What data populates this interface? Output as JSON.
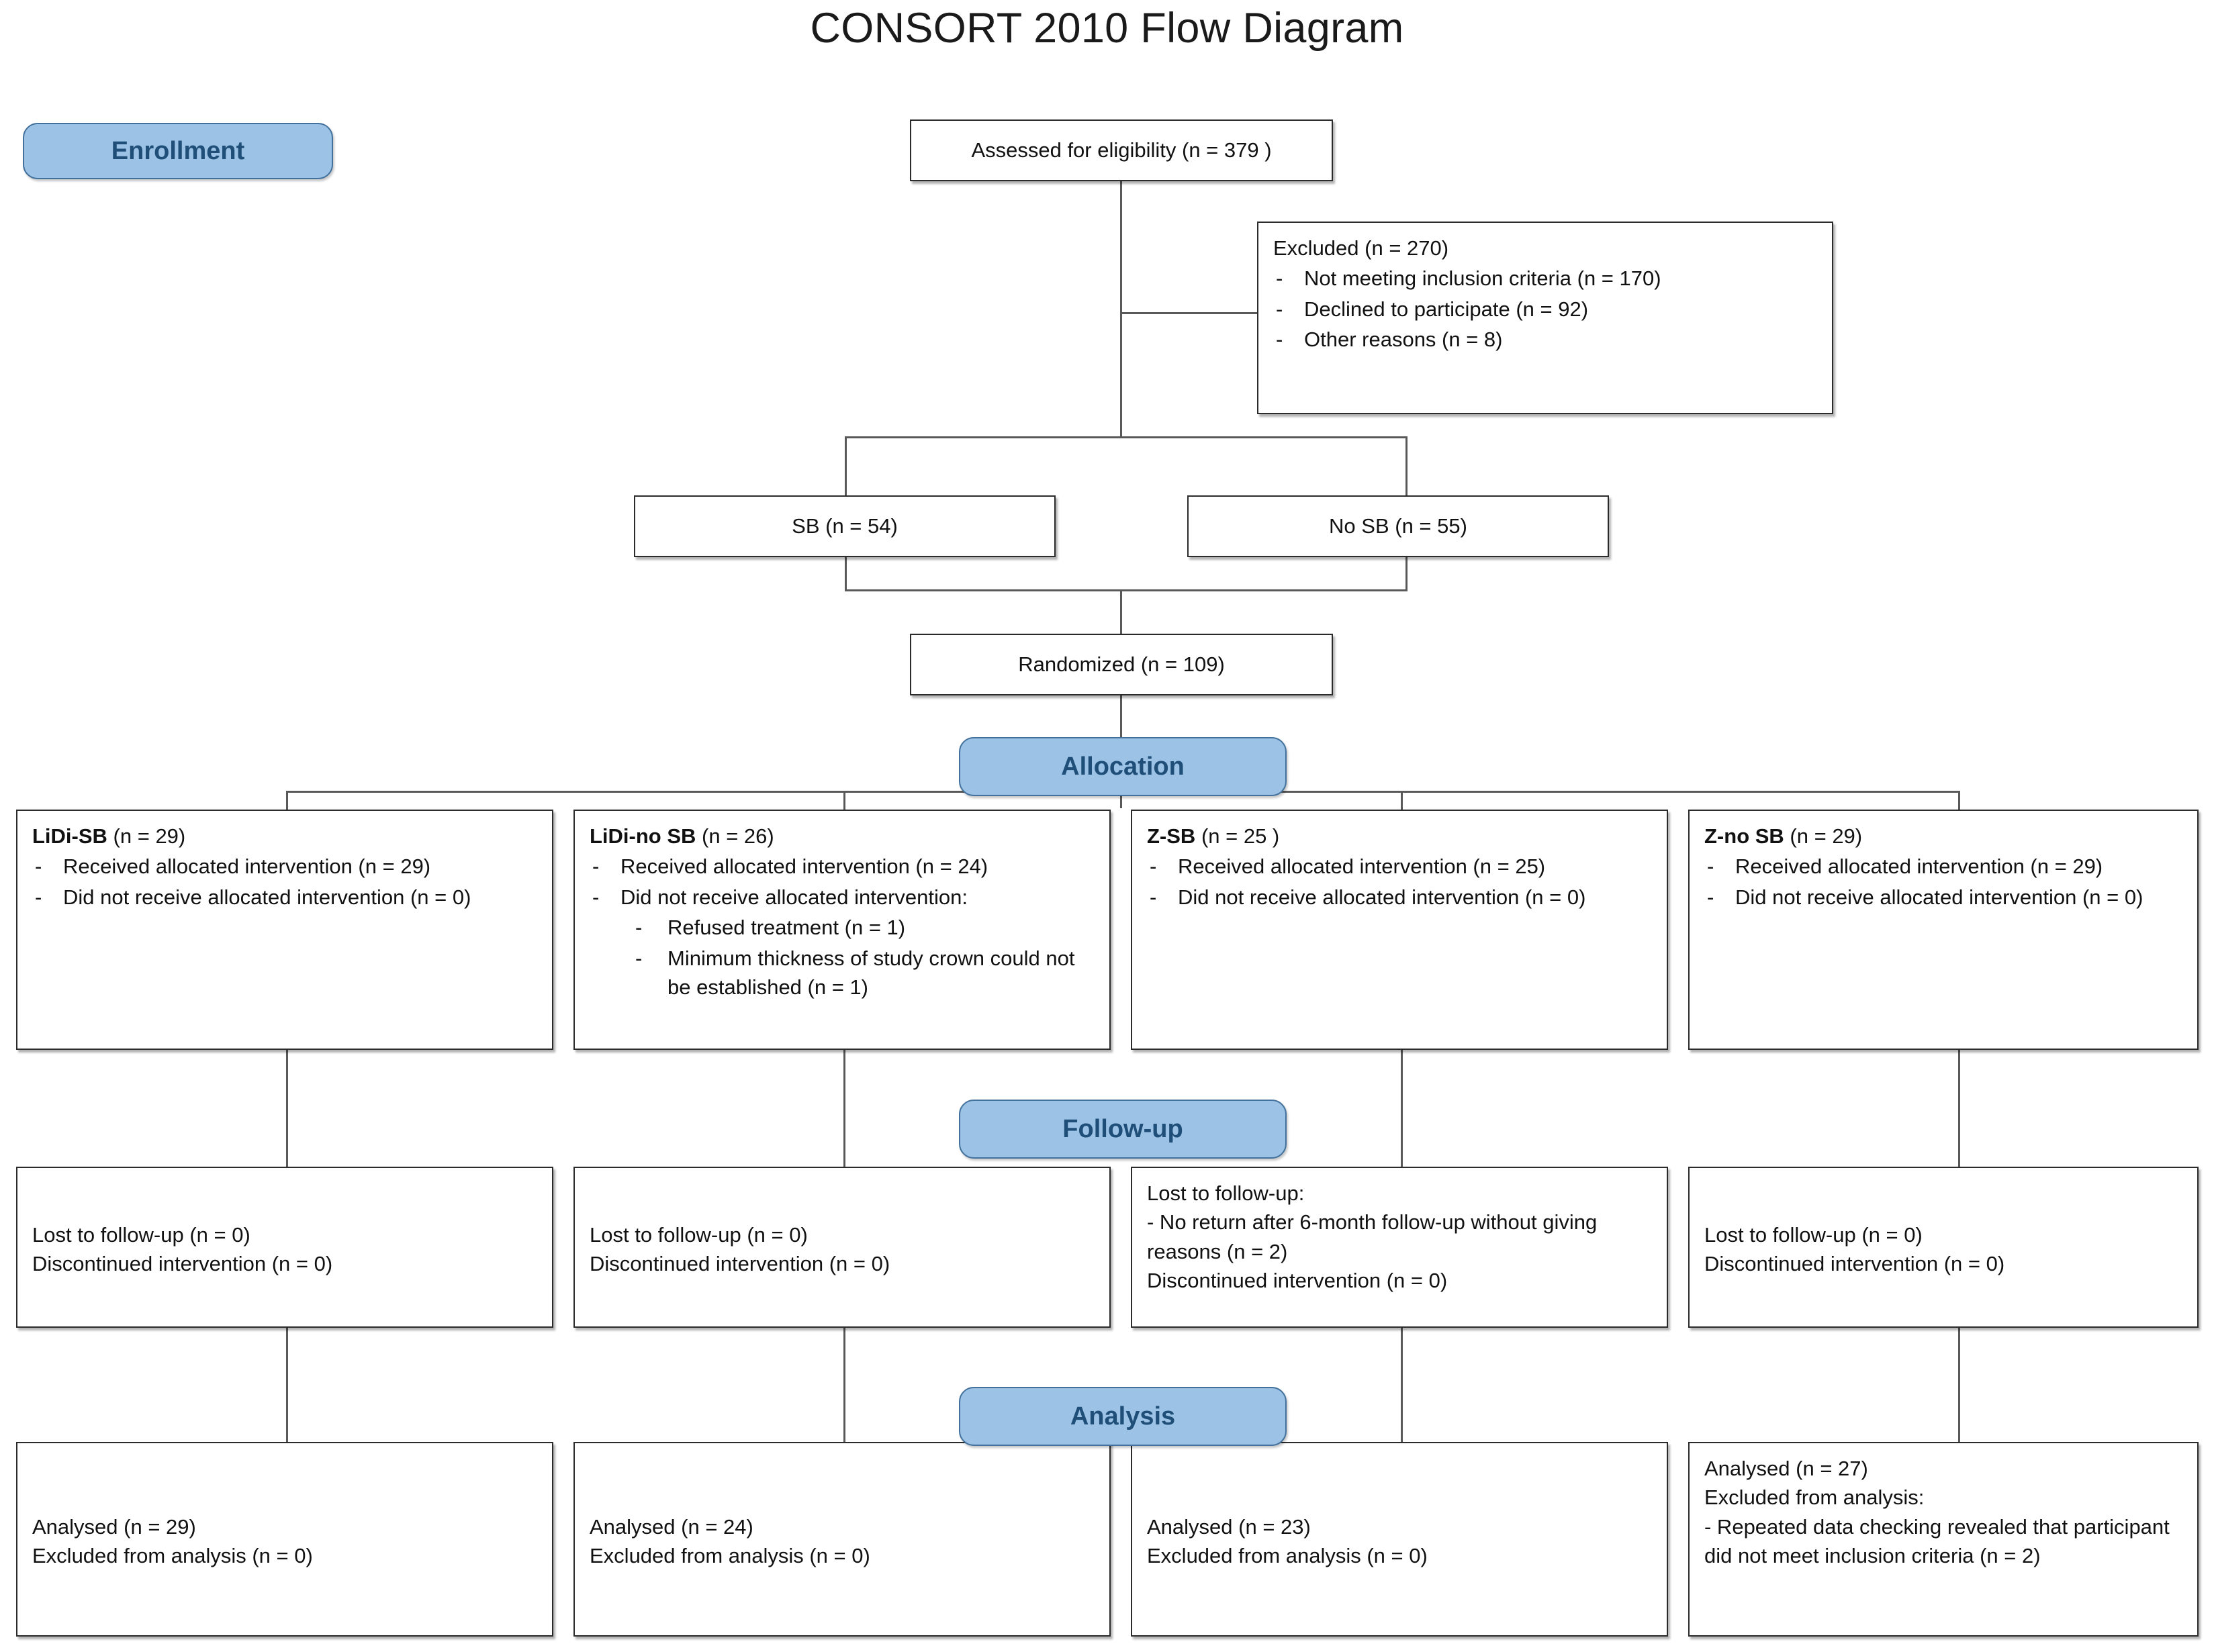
{
  "title": "CONSORT 2010 Flow Diagram",
  "colors": {
    "banner_fill": "#9CC3E5",
    "banner_border": "#41719C",
    "banner_text": "#1F4E79",
    "box_border": "#2b2b2b",
    "connector": "#595959",
    "text": "#111111"
  },
  "banners": {
    "enrollment": "Enrollment",
    "allocation": "Allocation",
    "followup": "Follow-up",
    "analysis": "Analysis"
  },
  "enrollment": {
    "assessed": "Assessed for eligibility (n = 379 )",
    "excluded_heading": "Excluded (n = 270)",
    "excluded_reasons": [
      "Not meeting inclusion criteria (n = 170)",
      "Declined to participate (n = 92)",
      "Other reasons (n = 8)"
    ],
    "sb": "SB (n = 54)",
    "no_sb": "No SB (n = 55)",
    "randomized": "Randomized (n = 109)"
  },
  "allocation": [
    {
      "group_bold": "LiDi-SB",
      "group_rest": " (n = 29)",
      "items": [
        {
          "text": "Received allocated intervention (n = 29)",
          "children": []
        },
        {
          "text": "Did not receive allocated intervention (n = 0)",
          "children": []
        }
      ]
    },
    {
      "group_bold": "LiDi-no SB",
      "group_rest": " (n = 26)",
      "items": [
        {
          "text": "Received allocated intervention (n = 24)",
          "children": []
        },
        {
          "text": "Did not receive allocated intervention:",
          "children": [
            "Refused treatment (n = 1)",
            "Minimum thickness of study crown could not be established (n = 1)"
          ]
        }
      ]
    },
    {
      "group_bold": "Z-SB",
      "group_rest": " (n = 25 )",
      "items": [
        {
          "text": "Received allocated intervention (n = 25)",
          "children": []
        },
        {
          "text": "Did not receive allocated intervention (n = 0)",
          "children": []
        }
      ]
    },
    {
      "group_bold": "Z-no SB",
      "group_rest": " (n = 29)",
      "items": [
        {
          "text": "Received allocated intervention (n = 29)",
          "children": []
        },
        {
          "text": "Did not receive allocated intervention (n = 0)",
          "children": []
        }
      ]
    }
  ],
  "followup": [
    {
      "lines": [
        "Lost to follow-up (n = 0)",
        "Discontinued intervention (n = 0)"
      ]
    },
    {
      "lines": [
        "Lost to follow-up (n = 0)",
        "Discontinued intervention (n = 0)"
      ]
    },
    {
      "lines": [
        "Lost to follow-up:",
        "- No return after 6-month follow-up without giving reasons (n = 2)",
        "Discontinued intervention (n = 0)"
      ]
    },
    {
      "lines": [
        "Lost to follow-up (n = 0)",
        "Discontinued intervention (n = 0)"
      ]
    }
  ],
  "analysis": [
    {
      "lines": [
        "Analysed (n = 29)",
        "Excluded from analysis (n = 0)"
      ]
    },
    {
      "lines": [
        "Analysed (n = 24)",
        "Excluded from analysis (n = 0)"
      ]
    },
    {
      "lines": [
        "Analysed (n = 23)",
        "Excluded from analysis (n = 0)"
      ]
    },
    {
      "lines": [
        "Analysed (n = 27)",
        "Excluded from analysis:",
        "- Repeated data checking revealed that participant did not meet inclusion criteria (n = 2)"
      ]
    }
  ]
}
